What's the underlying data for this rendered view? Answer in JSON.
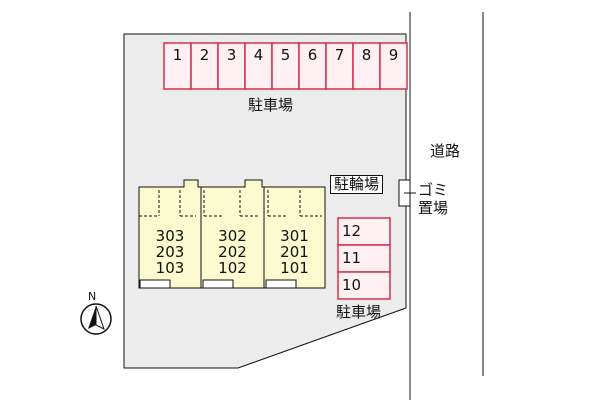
{
  "map": {
    "parking_top": {
      "slots": [
        "1",
        "2",
        "3",
        "4",
        "5",
        "6",
        "7",
        "8",
        "9"
      ],
      "label": "駐車場"
    },
    "parking_right": {
      "slots": [
        "12",
        "11",
        "10"
      ],
      "label": "駐車場"
    },
    "bike_parking_label": "駐輪場",
    "garbage": {
      "line1": "ゴミ",
      "line2": "置場"
    },
    "road_label": "道路",
    "buildings": [
      {
        "units": [
          "303",
          "203",
          "103"
        ]
      },
      {
        "units": [
          "302",
          "202",
          "102"
        ]
      },
      {
        "units": [
          "301",
          "201",
          "101"
        ]
      }
    ],
    "compass": {
      "label": "N",
      "icon": "north-arrow-icon"
    },
    "colors": {
      "lot": "#ececec",
      "building": "#fcfbcf",
      "parking_fill": "#fff0f3",
      "parking_border": "#d8304c"
    }
  }
}
